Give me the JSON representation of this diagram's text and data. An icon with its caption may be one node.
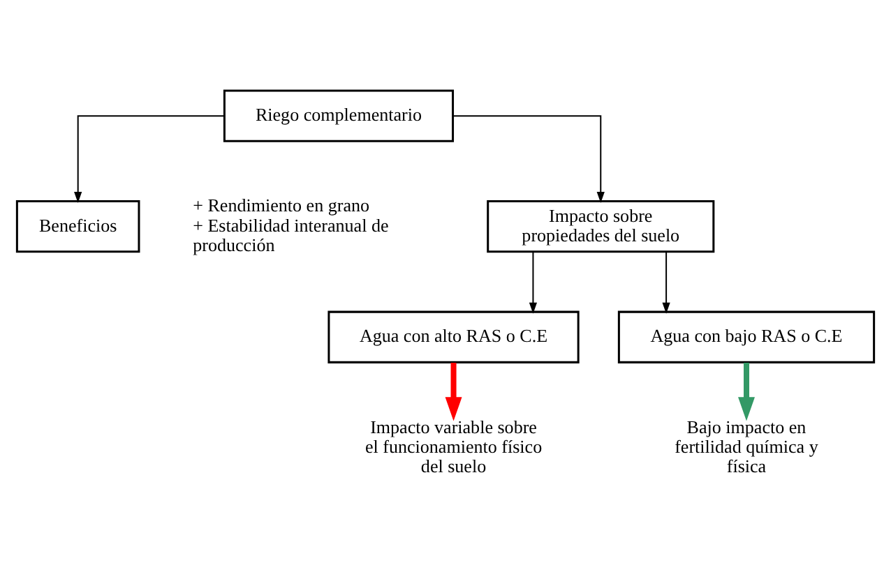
{
  "diagram": {
    "nodes": [
      {
        "text": [
          "Riego complementario"
        ]
      },
      {
        "text": [
          "Beneficios"
        ],
        "beside": [
          "+ Rendimiento en grano",
          "+ Estabilidad interanual de producción"
        ]
      },
      {
        "text": [
          "Impacto sobre propiedades del suelo"
        ]
      },
      {
        "text": [
          "Agua con alto RAS o C.E"
        ]
      },
      {
        "text": [
          "Agua con bajo RAS o C.E"
        ]
      },
      {
        "text": [
          "Impacto variable sobre el funcionamiento físico del suelo"
        ]
      },
      {
        "text": [
          "Bajo impacto en fertilidad química y física"
        ]
      }
    ],
    "edges": [
      {
        "from": 0,
        "to": 1,
        "arrow": "to"
      },
      {
        "from": 0,
        "to": 2,
        "arrow": "to"
      },
      {
        "from": 2,
        "to": 3,
        "arrow": "to"
      },
      {
        "from": 2,
        "to": 4,
        "arrow": "to"
      },
      {
        "from": 3,
        "to": 5,
        "arrow": "to",
        "style": "thick",
        "color": "#ff0000"
      },
      {
        "from": 4,
        "to": 6,
        "arrow": "to",
        "style": "thick",
        "color": "#339966"
      }
    ]
  }
}
